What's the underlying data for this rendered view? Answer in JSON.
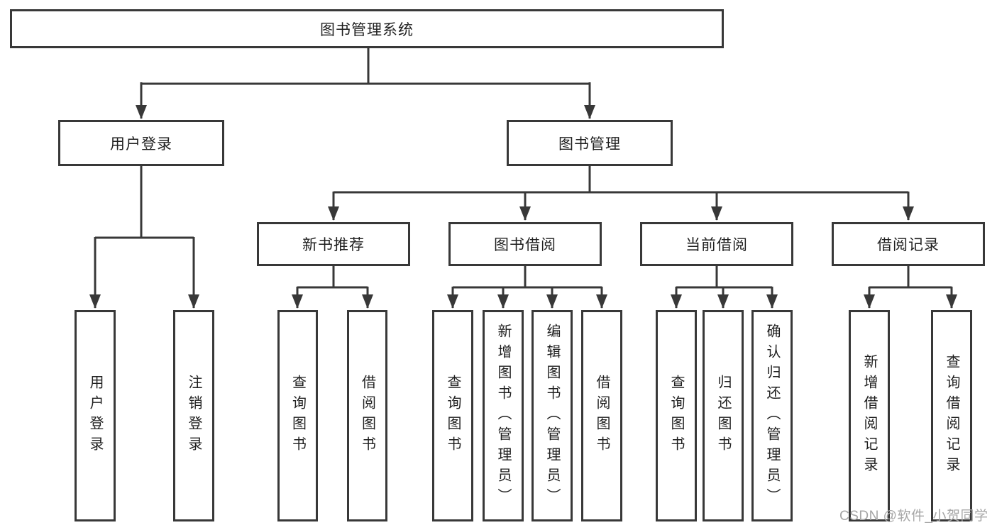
{
  "diagram": {
    "line_color": "#383838",
    "box_fill": "#ffffff",
    "box_border_color": "#383838",
    "text_color": "#1f1f1f",
    "watermark_color": "#a6a6a6"
  },
  "nodes": {
    "root": "图书管理系统",
    "level2": {
      "user_login": "用户登录",
      "book_management": "图书管理"
    },
    "level3": {
      "new_book_recommend": "新书推荐",
      "book_borrowing": "图书借阅",
      "current_borrowing": "当前借阅",
      "borrowing_records": "借阅记录"
    },
    "leaves": {
      "user_login": "用户登录",
      "logout": "注销登录",
      "recommend_query_books": "查询图书",
      "recommend_borrow_books": "借阅图书",
      "borrowing_query_books": "查询图书",
      "borrowing_add_books_admin": "新增图书（管理员）",
      "borrowing_edit_books_admin": "编辑图书（管理员）",
      "borrowing_borrow_books": "借阅图书",
      "current_query_books": "查询图书",
      "current_return_books": "归还图书",
      "current_confirm_return_admin": "确认归还（管理员）",
      "records_add_record": "新增借阅记录",
      "records_query_record": "查询借阅记录"
    }
  },
  "watermark": "CSDN @软件_小贺同学"
}
